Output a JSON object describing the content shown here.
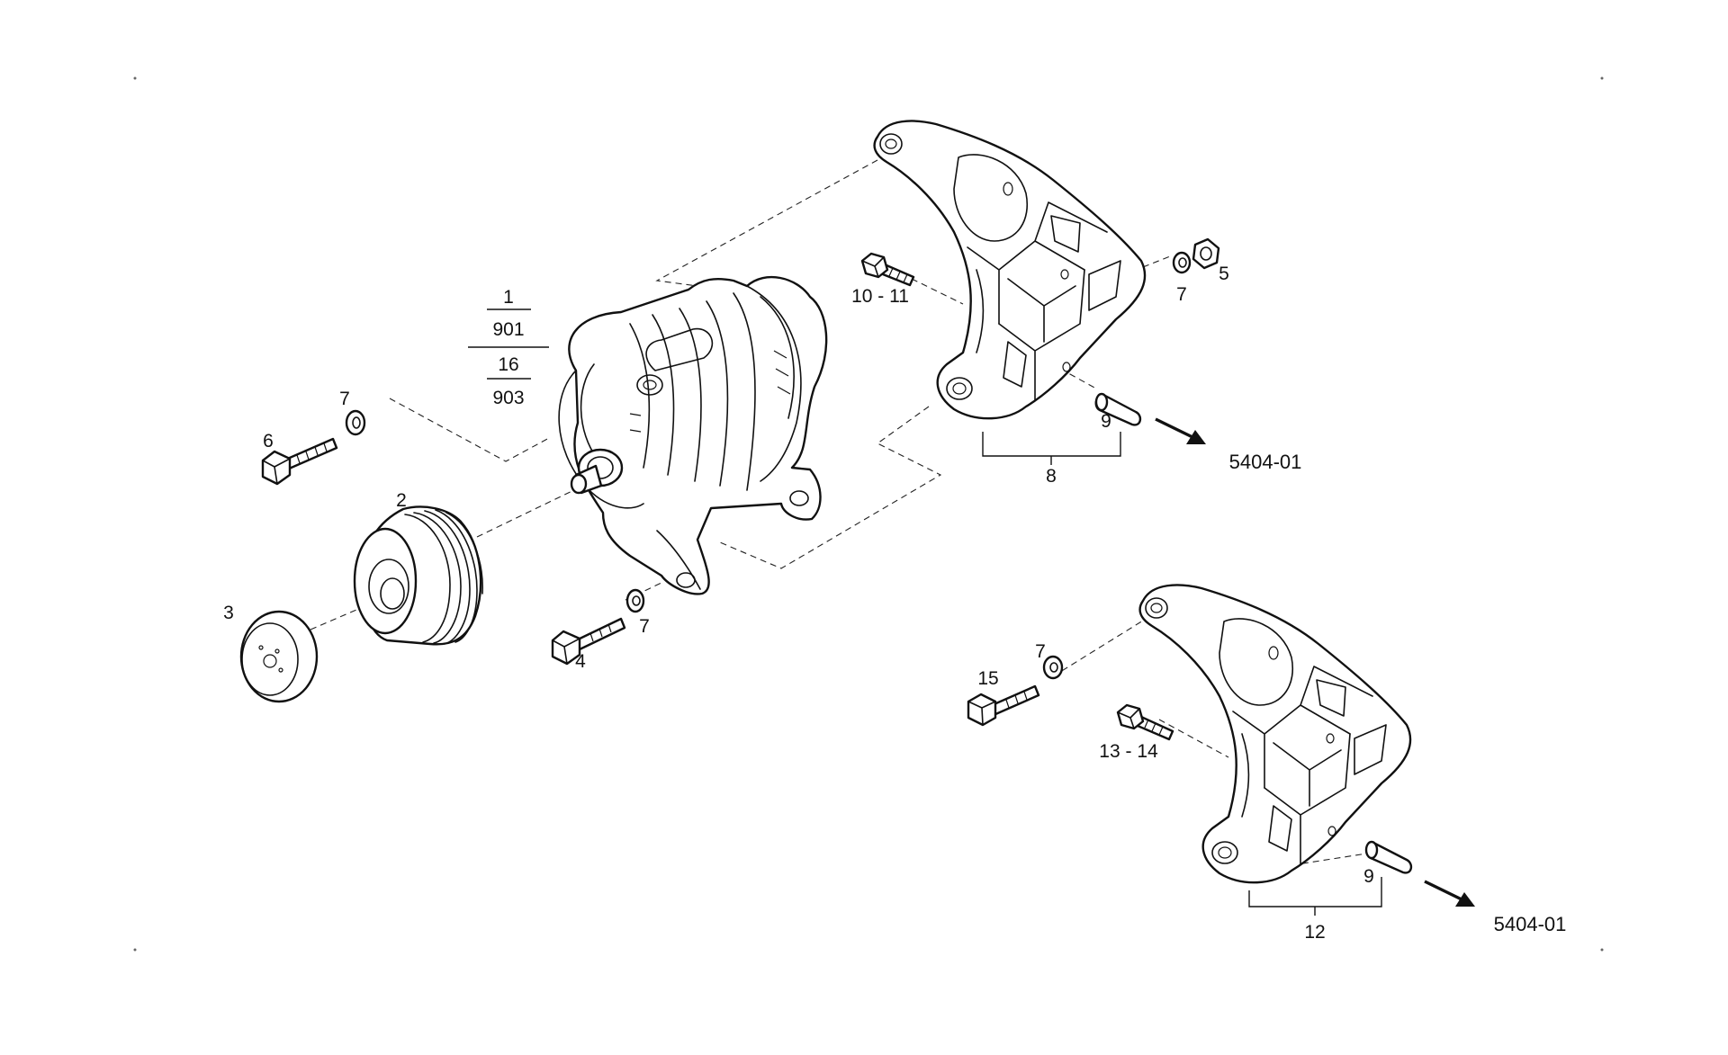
{
  "labels": {
    "fraction_1_top": "1",
    "fraction_1_bottom": "901",
    "fraction_2_top": "16",
    "fraction_2_bottom": "903",
    "washer_7_a": "7",
    "screw_6": "6",
    "pulley_2": "2",
    "cap_3": "3",
    "screw_4": "4",
    "washer_7_b": "7",
    "bolt_10_11": "10 - 11",
    "washer_7_c": "7",
    "nut_5": "5",
    "bush_9_a": "9",
    "bracket_8": "8",
    "washer_7_d": "7",
    "bolt_15": "15",
    "bolt_13_14": "13 - 14",
    "bush_9_b": "9",
    "bracket_12": "12"
  },
  "references": {
    "ref_upper": "5404-01",
    "ref_lower": "5404-01"
  }
}
